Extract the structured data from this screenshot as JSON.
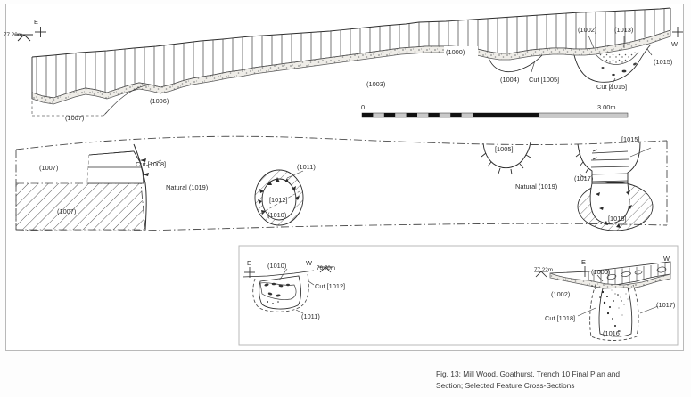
{
  "figure": {
    "caption_line1": "Fig. 13: Mill Wood, Goathurst. Trench 10 Final Plan and",
    "caption_line2": "Section; Selected Feature Cross-Sections"
  },
  "section_main": {
    "name": "trench-10-long-section",
    "datum_left": "77.20m",
    "compass_left": "E",
    "compass_right": "W",
    "labels": [
      {
        "id": "l1000",
        "text": "(1000)"
      },
      {
        "id": "l1002",
        "text": "(1002)"
      },
      {
        "id": "l1013",
        "text": "(1013)"
      },
      {
        "id": "l1003",
        "text": "(1003)"
      },
      {
        "id": "l1004",
        "text": "(1004)"
      },
      {
        "id": "l1005",
        "text": "Cut [1005]"
      },
      {
        "id": "l1015cut",
        "text": "Cut [1015]"
      },
      {
        "id": "l1015",
        "text": "(1015)"
      },
      {
        "id": "l1006",
        "text": "(1006)"
      },
      {
        "id": "l1007",
        "text": "(1007)"
      }
    ]
  },
  "scale_bar": {
    "name": "scale-bar",
    "start_label": "0",
    "end_label": "3.00m"
  },
  "plan": {
    "name": "trench-10-final-plan",
    "labels": [
      {
        "id": "p1007a",
        "text": "(1007)"
      },
      {
        "id": "p1007b",
        "text": "(1007)"
      },
      {
        "id": "p1008",
        "text": "Cut [1008]"
      },
      {
        "id": "pnat1",
        "text": "Natural (1019)"
      },
      {
        "id": "p1011",
        "text": "(1011)"
      },
      {
        "id": "p1012",
        "text": "[1012]"
      },
      {
        "id": "p1010",
        "text": "(1010)"
      },
      {
        "id": "p1005",
        "text": "[1005]"
      },
      {
        "id": "pnat2",
        "text": "Natural (1019)"
      },
      {
        "id": "p1015",
        "text": "[1015]"
      },
      {
        "id": "p1017",
        "text": "(1017)"
      },
      {
        "id": "p1018",
        "text": "[1018]"
      }
    ]
  },
  "cross_section_left": {
    "name": "cross-section-1012",
    "compass_left": "E",
    "compass_right": "W",
    "datum": "76.70m",
    "labels": [
      {
        "id": "cl1010",
        "text": "(1010)"
      },
      {
        "id": "cl1012",
        "text": "Cut [1012]"
      },
      {
        "id": "cl1011",
        "text": "(1011)"
      }
    ]
  },
  "cross_section_right": {
    "name": "cross-section-1018",
    "compass_left": "E",
    "compass_right": "W",
    "datum": "77.22m",
    "labels": [
      {
        "id": "cr1000",
        "text": "(1000)"
      },
      {
        "id": "cr1002",
        "text": "(1002)"
      },
      {
        "id": "cr1018",
        "text": "Cut [1018]"
      },
      {
        "id": "cr1016",
        "text": "(1016)"
      },
      {
        "id": "cr1017",
        "text": "(1017)"
      }
    ]
  },
  "colors": {
    "ink": "#2b2b2b",
    "paper": "#ffffff",
    "frame": "#b9b9b9",
    "stone_fill": "#e9e7e2"
  }
}
